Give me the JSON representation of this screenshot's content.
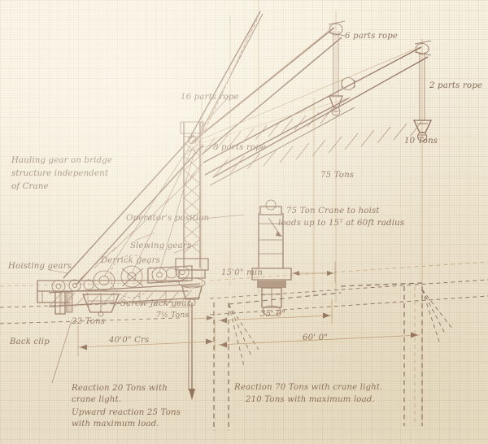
{
  "drawing": {
    "title": "75 Ton Crane General Arrangement",
    "paper_color": "#f7f0df",
    "ink_color": "#5c2d1c",
    "construction_color": "#b98a5e"
  },
  "annotations": {
    "hauling_gear_1": "Hauling gear on bridge",
    "hauling_gear_2": "structure independent",
    "hauling_gear_3": "of Crane",
    "hoisting_gears": "Hoisting gears",
    "derrick_gears": "Derrick gears",
    "slewing_gears": "Slewing gears",
    "operators_position": "Operator's position",
    "screw_jack_gear": "Screw Jack gear",
    "screw_jack_load": "7½ Tons",
    "back_clip": "Back clip",
    "load_22_tons": "22 Tons",
    "rope_16": "16 parts rope",
    "rope_8": "8 parts rope",
    "rope_6": "6 parts rope",
    "rope_2": "2 parts rope",
    "load_75_tons": "75 Tons",
    "load_10_tons": "10 Tons",
    "capacity_note_1": "75 Ton Crane to hoist",
    "capacity_note_2": "loads up to 15ᵀ at 60ft radius",
    "reaction_left_1": "Reaction 20 Tons with",
    "reaction_left_2": "crane light.",
    "reaction_left_3": "Upward reaction 25 Tons",
    "reaction_left_4": "with maximum load.",
    "reaction_right_1": "Reaction  70 Tons with crane light.",
    "reaction_right_2": "210 Tons with maximum load."
  },
  "dimensions": {
    "min_height": "15'0\" min",
    "centres": "40'0\" Crs",
    "span_35": "35' 0\"",
    "span_60": "60' 0\""
  }
}
